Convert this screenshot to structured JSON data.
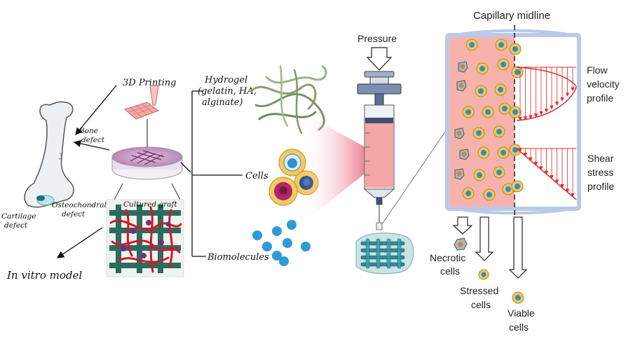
{
  "left_panel": {
    "printing_label": "3D Printing",
    "bone_defect_label": [
      "Bone",
      "defect"
    ],
    "cartilage_defect_label": [
      "Cartilage",
      "defect"
    ],
    "osteochondral_defect_label": [
      "Osteochondral",
      "defect"
    ],
    "cultured_graft_label": "Cultured graft",
    "in_vitro_label": "In vitro model"
  },
  "components": {
    "hydrogel_label": [
      "Hydrogel",
      "(gelatin, HA,",
      "alginate)"
    ],
    "cells_label": "Cells",
    "biomolecules_label": "Biomolecules"
  },
  "syringe": {
    "pressure_label": "Pressure"
  },
  "capillary": {
    "midline_label": "Capillary midline",
    "flow_profile_label": [
      "Flow",
      "velocity",
      "profile"
    ],
    "shear_profile_label": [
      "Shear",
      "stress",
      "profile"
    ],
    "necrotic_label": [
      "Necrotic",
      "cells"
    ],
    "stressed_label": [
      "Stressed",
      "cells"
    ],
    "viable_label": [
      "Viable",
      "cells"
    ]
  },
  "colors": {
    "capillary_fill": "#f7b3ab",
    "capillary_border": "#b9c9e8",
    "arrow_red": "#e02b2b",
    "cell_yellow": "#f1c65a",
    "cell_blue": "#2f8fc9",
    "hydrogel_green": "#7f9a6a",
    "biomolecule_blue": "#2e9bd6",
    "dish_purple": "#c06aa8"
  }
}
